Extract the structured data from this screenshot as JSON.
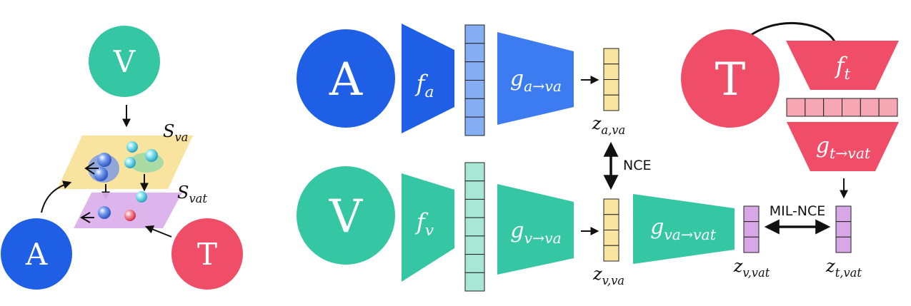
{
  "colors": {
    "audio": "#1e5fe6",
    "audio_light": "#3d7cf0",
    "video": "#35c6a4",
    "text": "#f04e68",
    "feat_audio": "#86aef2",
    "feat_video": "#a8e6d6",
    "feat_text": "#f7a6b3",
    "emb_va": "#f9e4a0",
    "emb_vat": "#d8a8e6",
    "space_va": "#f9e39a",
    "space_vat": "#dcb0ec"
  },
  "left": {
    "node_v": "V",
    "node_a": "A",
    "node_t": "T",
    "space_va": {
      "base": "S",
      "sub": "va"
    },
    "space_vat": {
      "base": "S",
      "sub": "vat"
    }
  },
  "audio_branch": {
    "node": "A",
    "encoder": {
      "base": "f",
      "sub": "a"
    },
    "projector": {
      "base": "g",
      "sub": "a→va"
    },
    "embedding": {
      "base": "z",
      "sub": "a,va"
    }
  },
  "video_branch": {
    "node": "V",
    "encoder": {
      "base": "f",
      "sub": "v"
    },
    "projector": {
      "base": "g",
      "sub": "v→va"
    },
    "embedding": {
      "base": "z",
      "sub": "v,va"
    },
    "projector2": {
      "base": "g",
      "sub": "va→vat"
    },
    "embedding2": {
      "base": "z",
      "sub": "v,vat"
    }
  },
  "text_branch": {
    "node": "T",
    "encoder": {
      "base": "f",
      "sub": "t"
    },
    "projector": {
      "base": "g",
      "sub": "t→vat"
    },
    "embedding": {
      "base": "z",
      "sub": "t,vat"
    }
  },
  "losses": {
    "nce": "NCE",
    "mil_nce": "MIL-NCE"
  }
}
